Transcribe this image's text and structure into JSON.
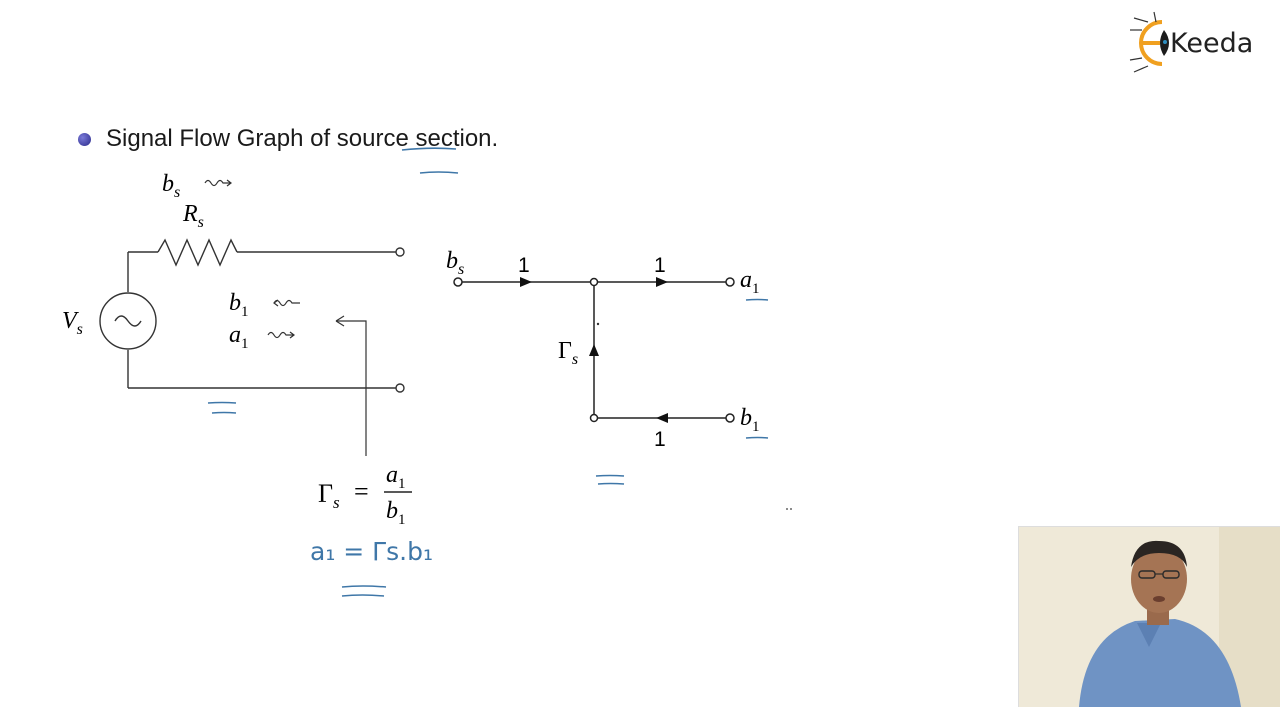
{
  "logo": {
    "brand_text": "Keeda",
    "colors": {
      "orange": "#f0a020",
      "dark": "#222222",
      "blue": "#2e8ec0"
    }
  },
  "slide": {
    "heading": "Signal Flow Graph of source section."
  },
  "circuit": {
    "bs_label": "b",
    "bs_sub": "s",
    "rs_label": "R",
    "rs_sub": "s",
    "vs_label": "V",
    "vs_sub": "s",
    "b1_label": "b",
    "b1_sub": "1",
    "a1_label": "a",
    "a1_sub": "1",
    "gamma_symbol": "Γ",
    "gamma_sub": "s",
    "equals": "=",
    "frac_num": "a",
    "frac_num_sub": "1",
    "frac_den": "b",
    "frac_den_sub": "1"
  },
  "flow_graph": {
    "node_bs": "b",
    "node_bs_sub": "s",
    "branch_top_left_gain": "1",
    "branch_top_right_gain": "1",
    "node_a1": "a",
    "node_a1_sub": "1",
    "gamma_symbol": "Γ",
    "gamma_sub": "s",
    "node_b1": "b",
    "node_b1_sub": "1",
    "branch_bottom_gain": "1"
  },
  "handwriting": {
    "equation": "a₁ = Γs.b₁",
    "ink_color": "#3f77a8"
  }
}
